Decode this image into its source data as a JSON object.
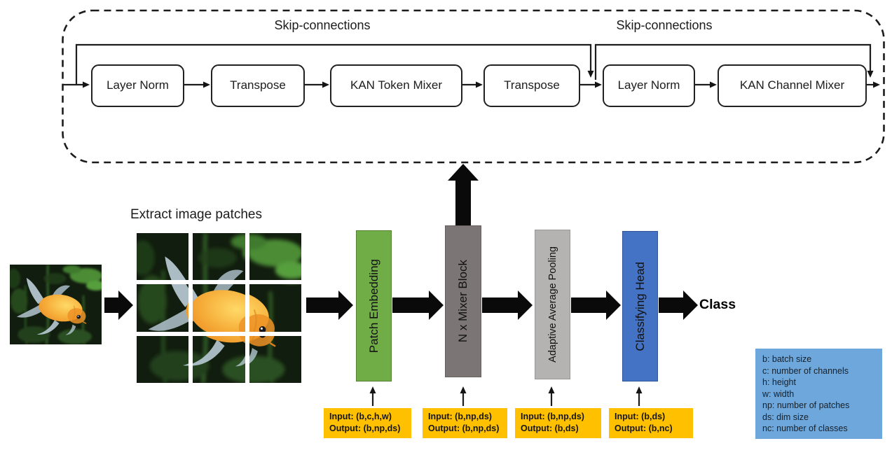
{
  "figure": {
    "type": "architecture-diagram",
    "colors": {
      "patch_embedding": "#70ad47",
      "mixer_block": "#7b7575",
      "adaptive_pooling": "#b5b2b2",
      "classifying_head": "#4472c4",
      "io_label_bg": "#ffc000",
      "legend_bg": "#6ea7db",
      "line": "#1c1c1c"
    }
  },
  "block_detail": {
    "skip_labels": [
      "Skip-connections",
      "Skip-connections"
    ],
    "boxes": [
      "Layer Norm",
      "Transpose",
      "KAN Token Mixer",
      "Transpose",
      "Layer Norm",
      "KAN Channel Mixer"
    ]
  },
  "pipeline": {
    "extract_patches_label": "Extract image patches",
    "stages": [
      {
        "name": "Patch Embedding",
        "input": "Input: (b,c,h,w)",
        "output": "Output: (b,np,ds)"
      },
      {
        "name": "N x Mixer Block",
        "input": "Input: (b,np,ds)",
        "output": "Output: (b,np,ds)"
      },
      {
        "name": "Adaptive Average Pooling",
        "input": "Input: (b,np,ds)",
        "output": "Output: (b,ds)"
      },
      {
        "name": "Classifying Head",
        "input": "Input: (b,ds)",
        "output": "Output: (b,nc)"
      }
    ],
    "output_label": "Class"
  },
  "legend": {
    "lines": [
      "b: batch size",
      "c: number of channels",
      "h: height",
      "w: width",
      "np: number of patches",
      "ds: dim size",
      "nc: number of classes"
    ]
  }
}
